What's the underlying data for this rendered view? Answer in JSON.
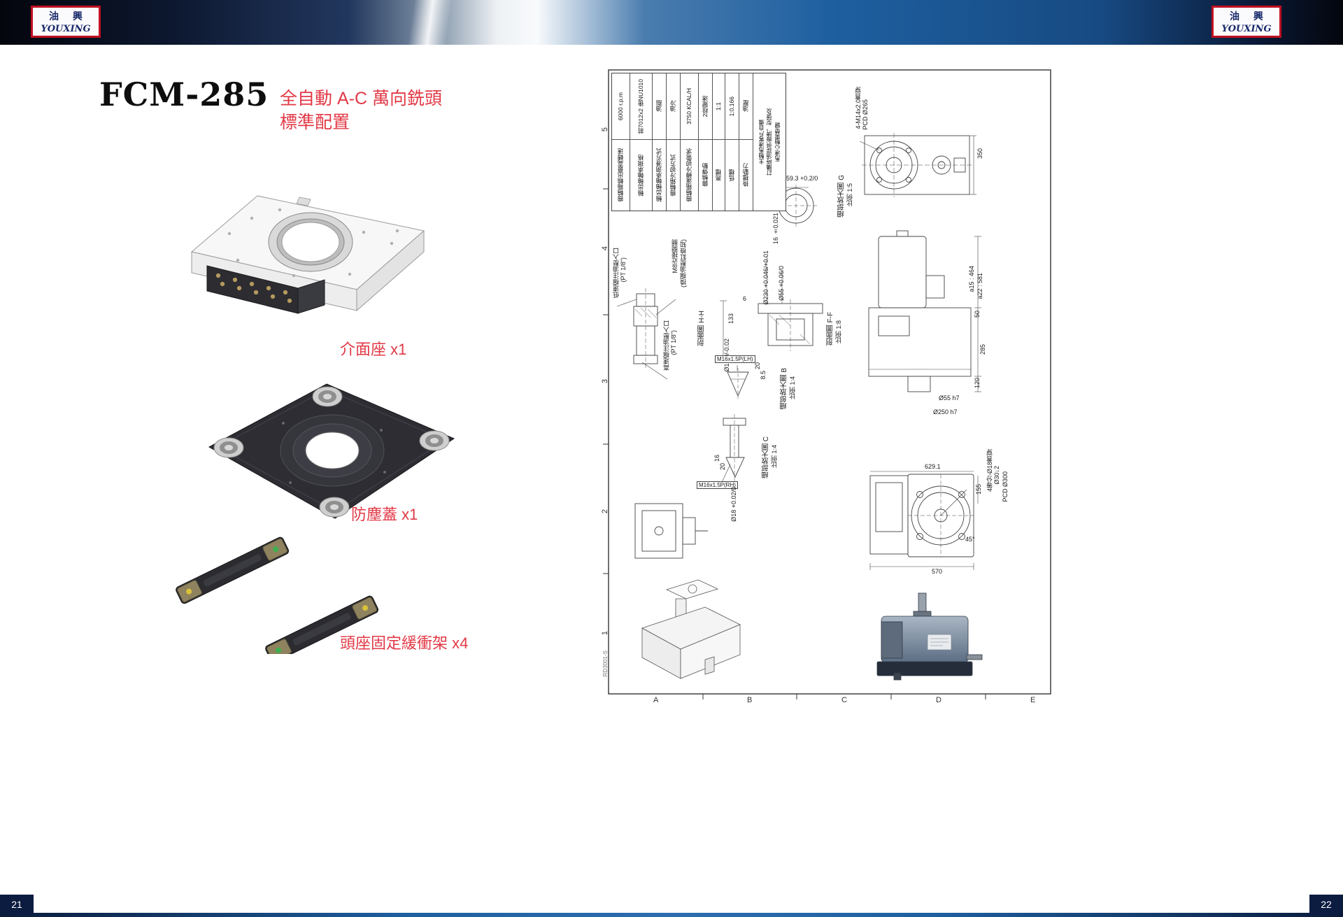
{
  "header": {
    "logo_cn": "油 興",
    "logo_en": "YOUXING"
  },
  "footer": {
    "page_left": "21",
    "page_right": "22"
  },
  "left_page": {
    "model": "FCM-285",
    "subtitle_line1": "全自動 A-C 萬向銑頭",
    "subtitle_line2": "標準配置",
    "item1_label": "介面座 x1",
    "item2_label": "防塵蓋 x1",
    "item3_label": "頭座固定緩衝架 x4"
  },
  "sheet": {
    "frame_rows": [
      "5",
      "4",
      "3",
      "2",
      "1"
    ],
    "frame_cols": [
      "A",
      "B",
      "C",
      "D",
      "E"
    ],
    "doc_code": "RD3001-S",
    "spec": [
      {
        "label": "齒輪箱輸出最高轉速",
        "value": "6000 r.p.m"
      },
      {
        "label": "輸出軸軸承規格",
        "value": "前7012x2 後NU1010"
      },
      {
        "label": "輸出軸軸承潤滑方式",
        "value": "油脂"
      },
      {
        "label": "齒輪箱冷卻方式",
        "value": "油冷"
      },
      {
        "label": "齒輪箱運轉冷卻需求",
        "value": "3750 KCAL/H"
      },
      {
        "label": "齒輪傳動",
        "value": "2段變速"
      },
      {
        "label": "高檔",
        "value": "1:1"
      },
      {
        "label": "低檔",
        "value": "1:0.166"
      },
      {
        "label": "換檔動力",
        "value": "油壓"
      }
    ],
    "spec_note": [
      "主軸馬達客戶自備",
      "訂購時須提供廠牌、型號及",
      "馬達心軸需帶鍵"
    ],
    "annotations": [
      "4-M14x2.0貫穿",
      "PCD Ø265",
      "350",
      "59.3 +0.2/0",
      "16 ±0.021",
      "細部放大圖 G",
      "比例 1:5",
      "低速檔注油壓入口",
      "(PT 1/8\")",
      "M8近接開關",
      "(換檔油壓缸檢知)",
      "高速檔注油壓入口",
      "(PT 1/8\")",
      "剖面圖 H-H",
      "133",
      "6",
      "Ø18 0/-0.02",
      "剖面圖 F-F",
      "比例 1:8",
      "Ø230 +0.046/+0.01",
      "Ø55 +0.06/0",
      "M16x1.5P(LH)",
      "20",
      "8.5",
      "細部放大圖 B",
      "比例 1:4",
      "細部放大圖 C",
      "比例 1:4",
      "M16x1.5P(RH)",
      "Ø18 +0.02/0",
      "16",
      "20",
      "a15 : 464",
      "a22 : 581",
      "50",
      "285",
      "120",
      "Ø55 h7",
      "Ø250 h7",
      "629.1",
      "155",
      "45°",
      "570",
      "4等分-Ø18貫穿",
      "Ø30↓2",
      "PCD Ø300"
    ]
  }
}
